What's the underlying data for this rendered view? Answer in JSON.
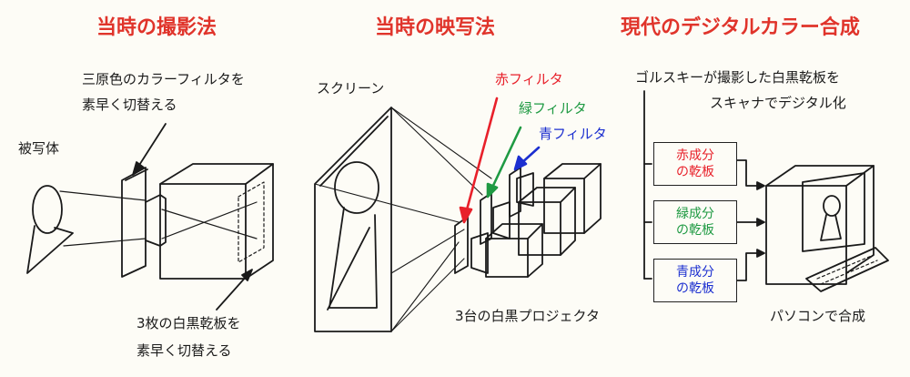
{
  "panels": {
    "left": {
      "title": "当時の撮影法",
      "filter_label_line1": "三原色のカラーフィルタを",
      "filter_label_line2": "素早く切替える",
      "subject_label": "被写体",
      "plate_label_line1": "3枚の白黒乾板を",
      "plate_label_line2": "素早く切替える"
    },
    "middle": {
      "title": "当時の映写法",
      "screen_label": "スクリーン",
      "red_filter_label": "赤フィルタ",
      "green_filter_label": "緑フィルタ",
      "blue_filter_label": "青フィルタ",
      "projector_label": "3台の白黒プロジェクタ"
    },
    "right": {
      "title": "現代のデジタルカラー合成",
      "scan_label_line1": "ゴルスキーが撮影した白黒乾板を",
      "scan_label_line2": "スキャナでデジタル化",
      "box_red_line1": "赤成分",
      "box_red_line2": "の乾板",
      "box_green_line1": "緑成分",
      "box_green_line2": "の乾板",
      "box_blue_line1": "青成分",
      "box_blue_line2": "の乾板",
      "pc_label": "パソコンで合成"
    }
  },
  "colors": {
    "title": "#e0342b",
    "red": "#e8202a",
    "green": "#1f9a43",
    "blue": "#1c2fd0",
    "ink": "#1a1a1a"
  }
}
